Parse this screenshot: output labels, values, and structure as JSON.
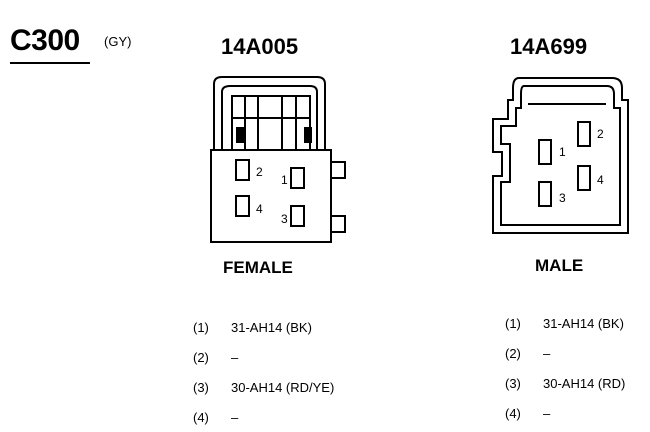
{
  "connector": {
    "id": "C300",
    "color_code": "(GY)"
  },
  "left_connector": {
    "part_number": "14A005",
    "gender": "FEMALE",
    "cavity_labels": [
      "1",
      "2",
      "3",
      "4"
    ],
    "pins": [
      {
        "num": "(1)",
        "circuit": "31-AH14 (BK)"
      },
      {
        "num": "(2)",
        "circuit": "–"
      },
      {
        "num": "(3)",
        "circuit": "30-AH14 (RD/YE)"
      },
      {
        "num": "(4)",
        "circuit": "–"
      }
    ]
  },
  "right_connector": {
    "part_number": "14A699",
    "gender": "MALE",
    "cavity_labels": [
      "1",
      "2",
      "3",
      "4"
    ],
    "pins": [
      {
        "num": "(1)",
        "circuit": "31-AH14 (BK)"
      },
      {
        "num": "(2)",
        "circuit": "–"
      },
      {
        "num": "(3)",
        "circuit": "30-AH14 (RD)"
      },
      {
        "num": "(4)",
        "circuit": "–"
      }
    ]
  }
}
